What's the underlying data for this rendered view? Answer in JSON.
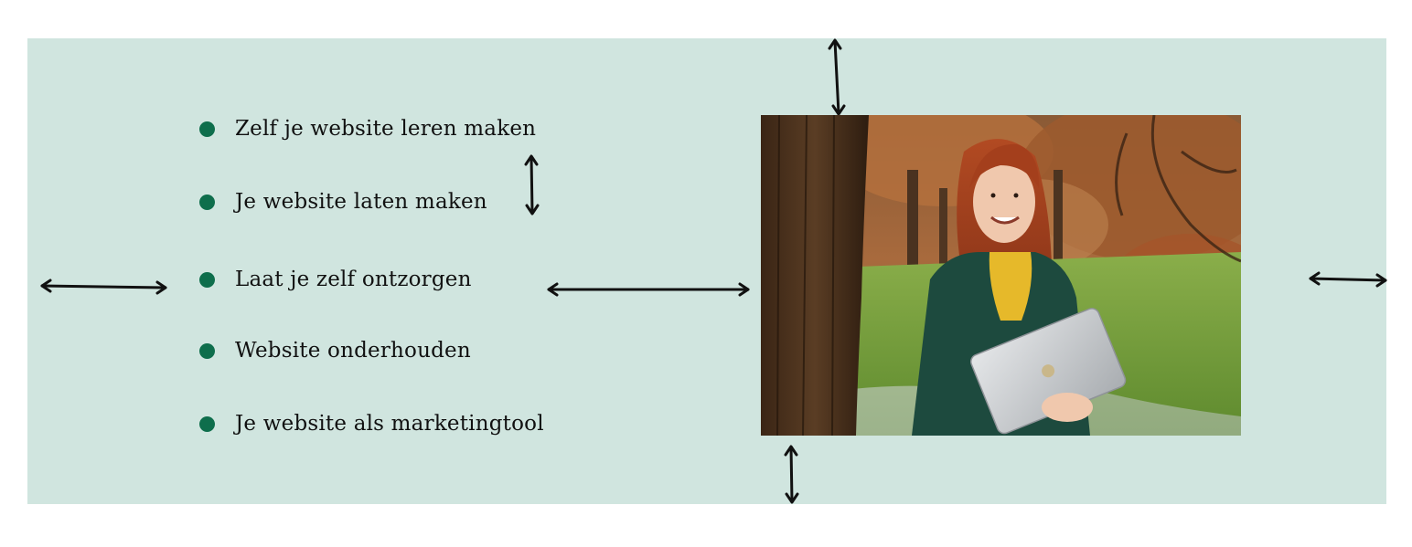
{
  "services": {
    "items": [
      {
        "label": "Zelf je website leren maken"
      },
      {
        "label": "Je website laten maken"
      },
      {
        "label": "Laat je zelf ontzorgen"
      },
      {
        "label": "Website onderhouden"
      },
      {
        "label": "Je website als marketingtool"
      }
    ]
  },
  "colors": {
    "panel": "#d0e5df",
    "bullet": "#0e6e4c",
    "arrow": "#111111"
  },
  "photo": {
    "subject": "woman-with-laptop-autumn-trees"
  },
  "icons": {
    "arrows": [
      "double-arrow-vertical",
      "double-arrow-horizontal"
    ]
  }
}
